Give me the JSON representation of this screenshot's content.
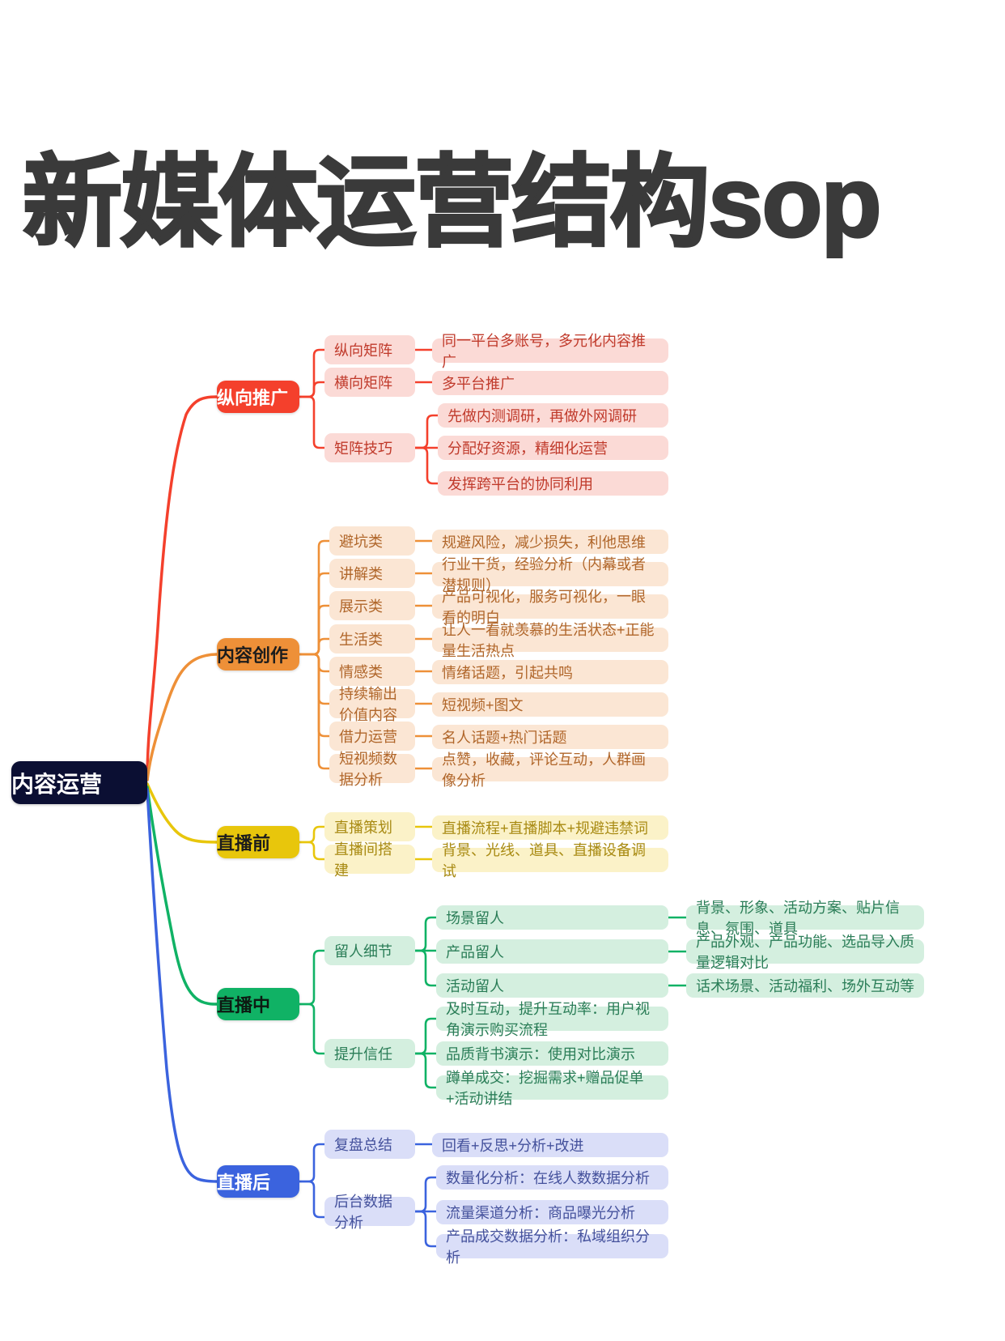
{
  "page": {
    "title": "新媒体运营结构sop",
    "background": "#ffffff",
    "title_color": "#3a3a3a"
  },
  "mindmap": {
    "type": "mindmap",
    "root": {
      "label": "内容运营",
      "color": "#0b0f33",
      "text_color": "#ffffff"
    },
    "branches": [
      {
        "label": "纵向推广",
        "color": "#f4402c",
        "fill": "#fbdad6",
        "text": "#c03a2b",
        "children": [
          {
            "label": "纵向矩阵",
            "leaves": [
              "同一平台多账号，多元化内容推广"
            ]
          },
          {
            "label": "横向矩阵",
            "leaves": [
              "多平台推广"
            ]
          },
          {
            "label": "矩阵技巧",
            "leaves": [
              "先做内测调研，再做外网调研",
              "分配好资源，精细化运营",
              "发挥跨平台的协同利用"
            ]
          }
        ]
      },
      {
        "label": "内容创作",
        "color": "#ee9038",
        "fill": "#fbe6d4",
        "text": "#b0662a",
        "children": [
          {
            "label": "避坑类",
            "leaves": [
              "规避风险，减少损失，利他思维"
            ]
          },
          {
            "label": "讲解类",
            "leaves": [
              "行业干货，经验分析（内幕或者潜规则）"
            ]
          },
          {
            "label": "展示类",
            "leaves": [
              "产品可视化，服务可视化，一眼看的明白"
            ]
          },
          {
            "label": "生活类",
            "leaves": [
              "让人一看就羡慕的生活状态+正能量生活热点"
            ]
          },
          {
            "label": "情感类",
            "leaves": [
              "情绪话题，引起共鸣"
            ]
          },
          {
            "label": "持续输出价值内容",
            "leaves": [
              "短视频+图文"
            ]
          },
          {
            "label": "借力运营",
            "leaves": [
              "名人话题+热门话题"
            ]
          },
          {
            "label": "短视频数据分析",
            "leaves": [
              "点赞，收藏，评论互动，人群画像分析"
            ]
          }
        ]
      },
      {
        "label": "直播前",
        "color": "#e8c60c",
        "fill": "#fbf2c8",
        "text": "#a88a12",
        "children": [
          {
            "label": "直播策划",
            "leaves": [
              "直播流程+直播脚本+规避违禁词"
            ]
          },
          {
            "label": "直播间搭建",
            "leaves": [
              "背景、光线、道具、直播设备调试"
            ]
          }
        ]
      },
      {
        "label": "直播中",
        "color": "#10b265",
        "fill": "#d4efdf",
        "text": "#2a7d57",
        "children": [
          {
            "label": "留人细节",
            "sub": [
              {
                "label": "场景留人",
                "leaves": [
                  "背景、形象、活动方案、贴片信息、氛围、道具"
                ]
              },
              {
                "label": "产品留人",
                "leaves": [
                  "产品外观、产品功能、选品导入质量逻辑对比"
                ]
              },
              {
                "label": "活动留人",
                "leaves": [
                  "话术场景、活动福利、场外互动等"
                ]
              }
            ]
          },
          {
            "label": "提升信任",
            "leaves": [
              "及时互动，提升互动率：用户视角演示购买流程",
              "品质背书演示：使用对比演示",
              "蹲单成交：挖掘需求+赠品促单+活动讲结"
            ]
          }
        ]
      },
      {
        "label": "直播后",
        "color": "#3b63de",
        "fill": "#dadef8",
        "text": "#44519c",
        "children": [
          {
            "label": "复盘总结",
            "leaves": [
              "回看+反思+分析+改进"
            ]
          },
          {
            "label": "后台数据分析",
            "leaves": [
              "数量化分析：在线人数数据分析",
              "流量渠道分析：商品曝光分析",
              "产品成交数据分析：私域组织分析"
            ]
          }
        ]
      }
    ]
  }
}
